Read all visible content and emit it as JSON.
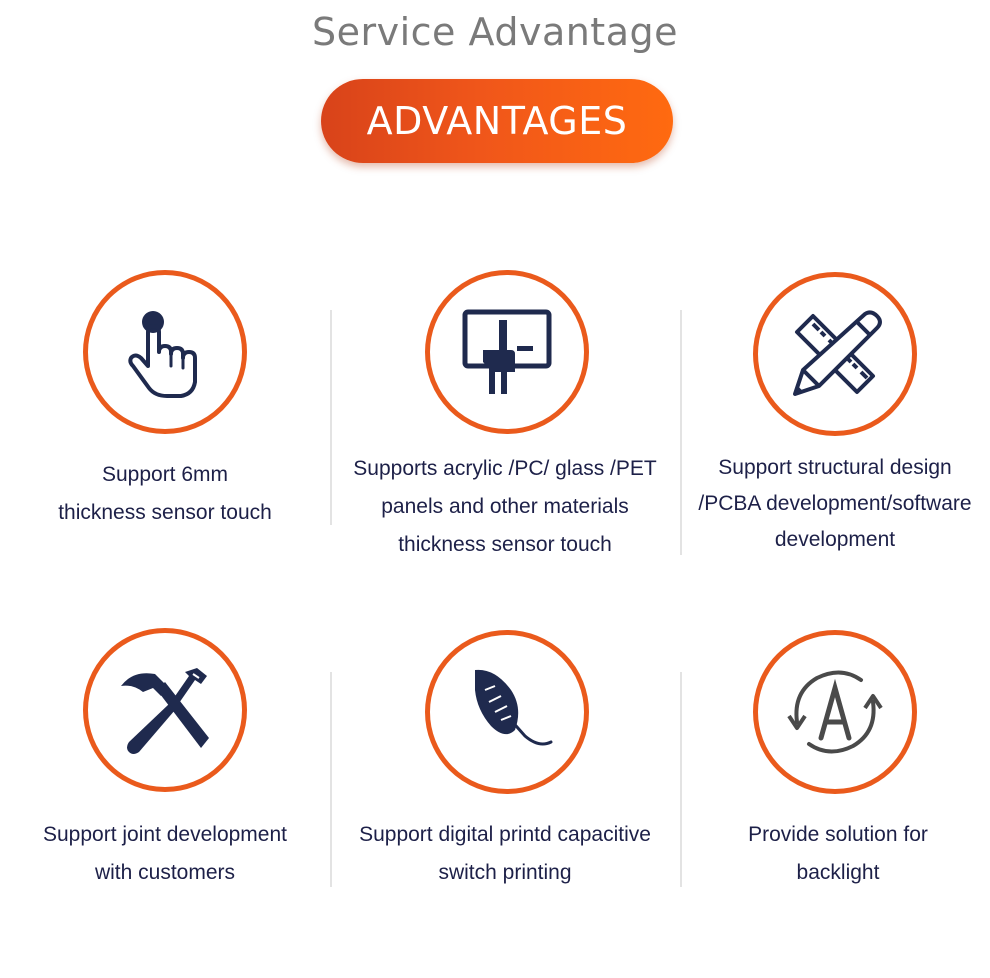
{
  "page": {
    "title": "Service Advantage",
    "badge": "ADVANTAGES"
  },
  "colors": {
    "accent": "#ea5a1c",
    "badge_start": "#d8431a",
    "badge_end": "#ff6a10",
    "text": "#1d2048",
    "icon": "#1f2a4e",
    "heading": "#7a7a7a"
  },
  "features": [
    {
      "icon": "touch-hand-icon",
      "lines": [
        "Support 6mm",
        "thickness sensor touch"
      ]
    },
    {
      "icon": "touch-panel-icon",
      "lines": [
        "Supports acrylic /PC/ glass /PET",
        "panels and other materials",
        "thickness sensor touch"
      ]
    },
    {
      "icon": "pencil-ruler-icon",
      "lines": [
        "Support structural design",
        "/PCBA development/software",
        "development"
      ]
    },
    {
      "icon": "hammer-screwdriver-icon",
      "lines": [
        "Support joint development",
        "with customers"
      ]
    },
    {
      "icon": "feather-icon",
      "lines": [
        "Support digital printd capacitive",
        "switch printing"
      ]
    },
    {
      "icon": "rotate-letter-a-icon",
      "lines": [
        "Provide solution for",
        "backlight"
      ]
    }
  ]
}
